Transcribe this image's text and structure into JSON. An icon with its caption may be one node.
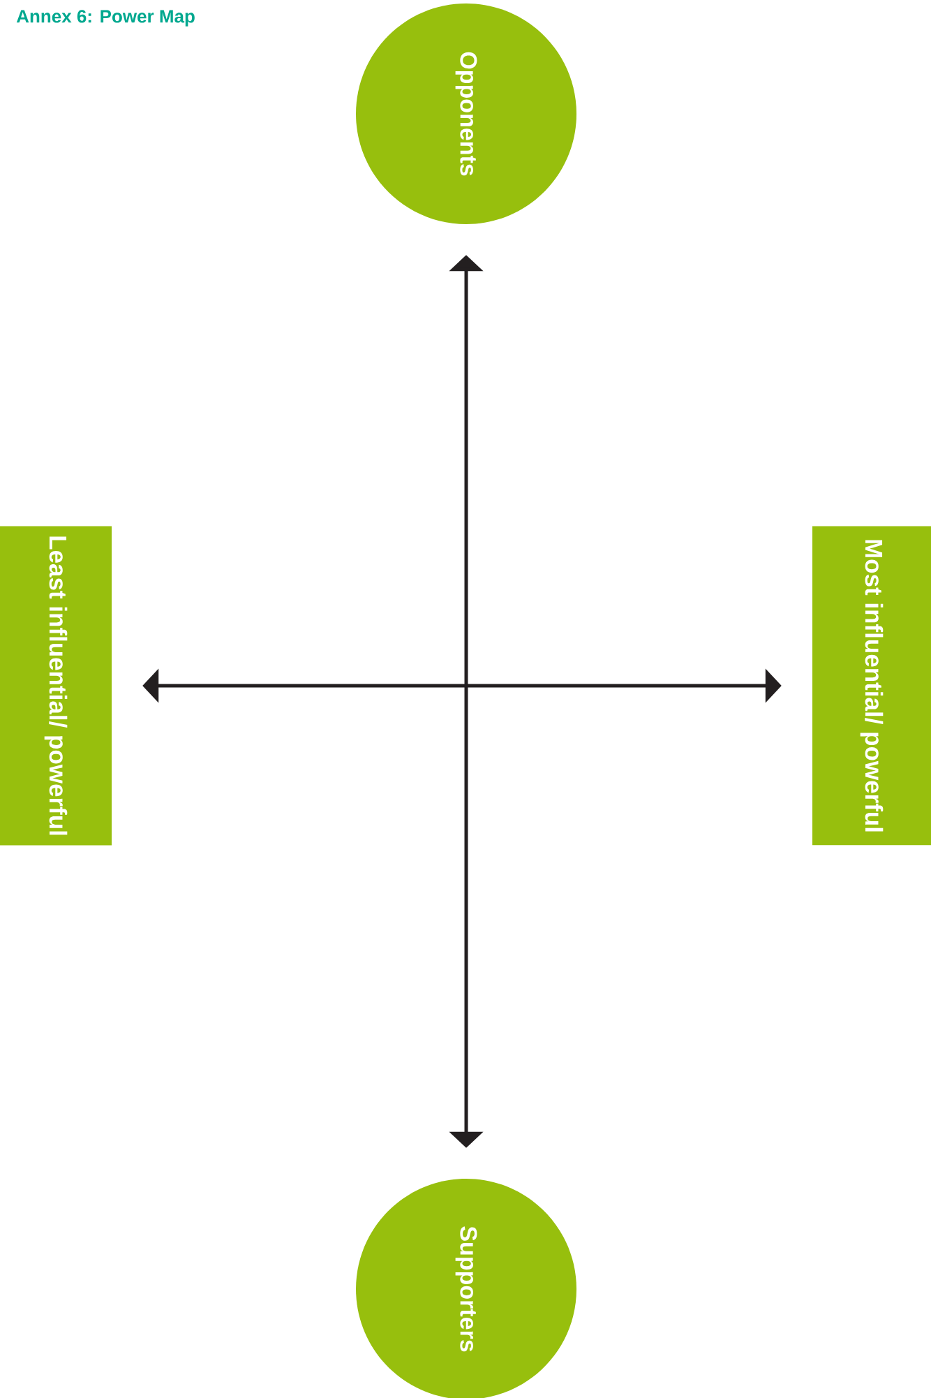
{
  "diagram": {
    "title": "Annex 6: Power Map",
    "nodes": [
      {
        "text": [
          "Opponents"
        ]
      },
      {
        "text": [
          "Least influential/ powerful"
        ]
      },
      {
        "text": [
          "Most influential/ powerful"
        ]
      },
      {
        "text": [
          "Supporters"
        ]
      }
    ],
    "edges": [
      {
        "from": 3,
        "to": 0,
        "arrow": "both"
      },
      {
        "from": 1,
        "to": 2,
        "arrow": "both"
      }
    ]
  }
}
